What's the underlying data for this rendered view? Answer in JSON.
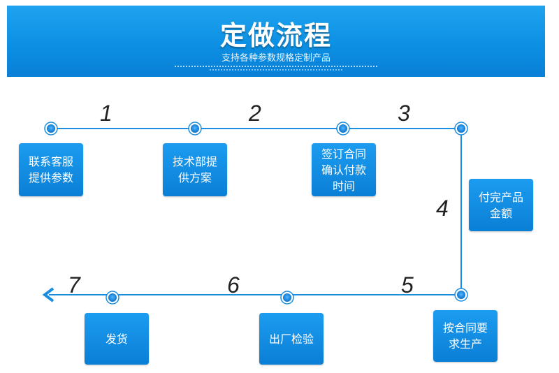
{
  "banner": {
    "title": "定做流程",
    "subtitle": "支持各种参数规格定制产品"
  },
  "steps": [
    {
      "num": "1",
      "label": "联系客服\n提供参数"
    },
    {
      "num": "2",
      "label": "技术部提\n供方案"
    },
    {
      "num": "3",
      "label": "签订合同\n确认付款\n时间"
    },
    {
      "num": "4",
      "label": "付完产品\n金额"
    },
    {
      "num": "5",
      "label": "按合同要\n求生产"
    },
    {
      "num": "6",
      "label": "出厂检验"
    },
    {
      "num": "7",
      "label": "发货"
    }
  ],
  "colors": {
    "line": "#1a8de0",
    "box": "#0a8ae0",
    "banner": "#0b8ee2"
  }
}
